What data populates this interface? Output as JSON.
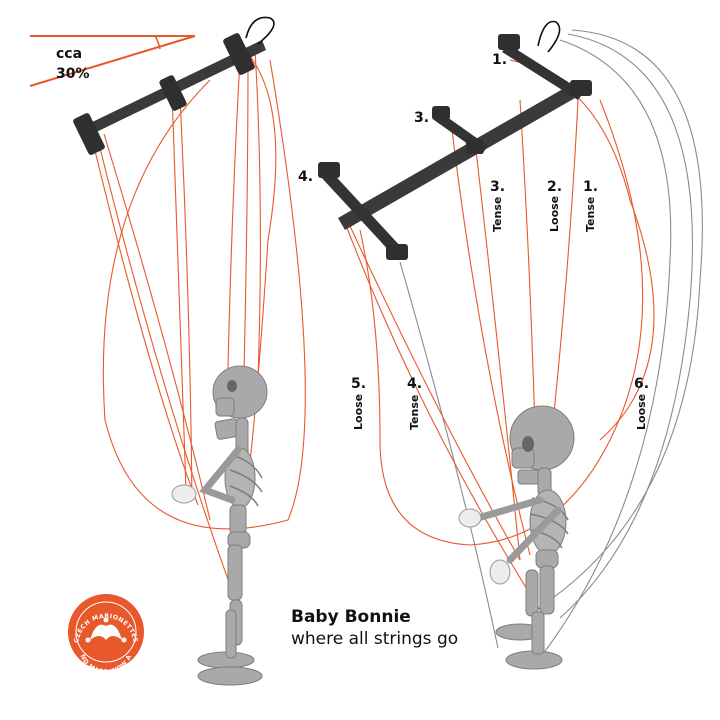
{
  "angle_label": {
    "line1": "cca",
    "line2": "30%"
  },
  "caption": {
    "title": "Baby Bonnie",
    "subtitle": "where all strings go"
  },
  "badge": {
    "top_text": "CZECH MARIONETTES",
    "bottom_text": "HAND MADE WOW AHH"
  },
  "controller_labels": {
    "c1": "1.",
    "c3": "3.",
    "c4": "4."
  },
  "string_labels": [
    {
      "number": "3.",
      "state": "Tense"
    },
    {
      "number": "2.",
      "state": "Loose"
    },
    {
      "number": "1.",
      "state": "Tense"
    },
    {
      "number": "5.",
      "state": "Loose"
    },
    {
      "number": "4.",
      "state": "Tense"
    },
    {
      "number": "6.",
      "state": "Loose"
    }
  ],
  "colors": {
    "string_orange": "#e8582a",
    "string_grey": "#8a8a8a",
    "bar": "#3a3a3a",
    "bone": "#a9a9a9",
    "badge": "#e8582a"
  }
}
